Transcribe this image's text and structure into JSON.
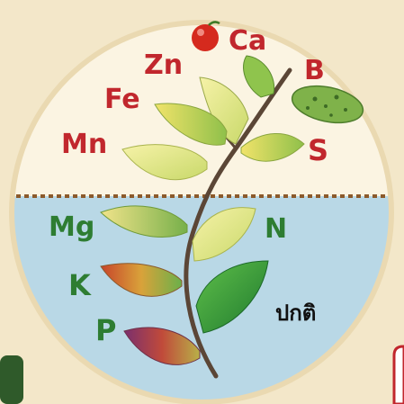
{
  "nutrients_above": {
    "ca": "Ca",
    "zn": "Zn",
    "b": "B",
    "fe": "Fe",
    "mn": "Mn",
    "s": "S"
  },
  "nutrients_below": {
    "mg": "Mg",
    "n": "N",
    "k": "K",
    "p": "P",
    "normal": "ปกติ"
  },
  "colors": {
    "background": "#f3e7c9",
    "upper_disc": "#fbf4e2",
    "lower_disc": "#b9d8e6",
    "divider": "#8b5a2b",
    "label_red": "#c1272d",
    "label_green": "#2e7d32",
    "stem": "#5b4636"
  }
}
